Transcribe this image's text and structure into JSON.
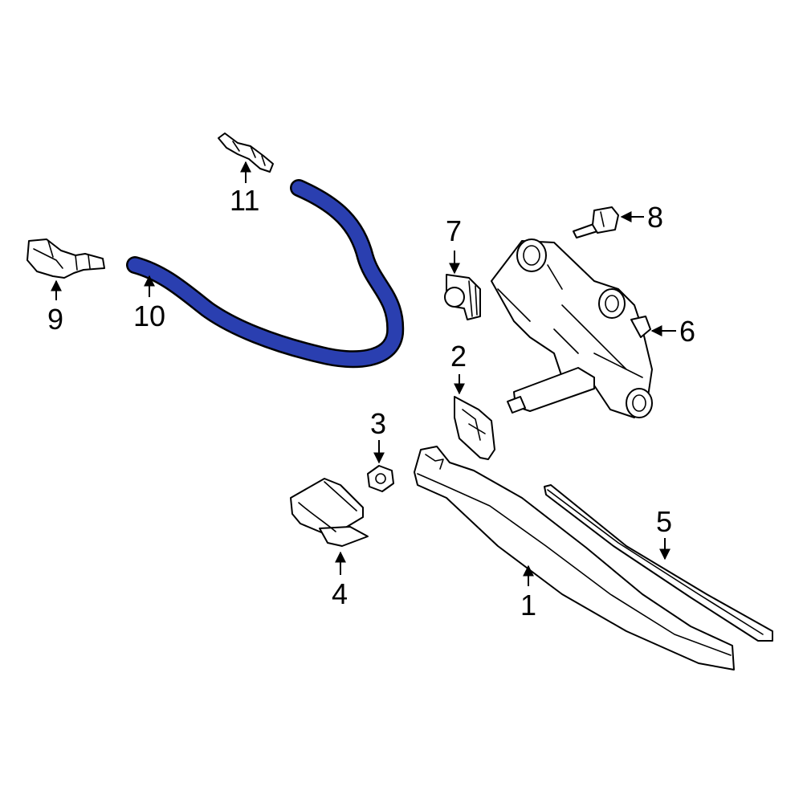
{
  "diagram": {
    "highlight_color": "#2a3fb0",
    "outline_color": "#000000",
    "background_color": "#ffffff",
    "highlighted_part": "10",
    "callouts": [
      {
        "id": "c1",
        "label": "1"
      },
      {
        "id": "c2",
        "label": "2"
      },
      {
        "id": "c3",
        "label": "3"
      },
      {
        "id": "c4",
        "label": "4"
      },
      {
        "id": "c5",
        "label": "5"
      },
      {
        "id": "c6",
        "label": "6"
      },
      {
        "id": "c7",
        "label": "7"
      },
      {
        "id": "c8",
        "label": "8"
      },
      {
        "id": "c9",
        "label": "9"
      },
      {
        "id": "c10",
        "label": "10"
      },
      {
        "id": "c11",
        "label": "11"
      }
    ]
  }
}
